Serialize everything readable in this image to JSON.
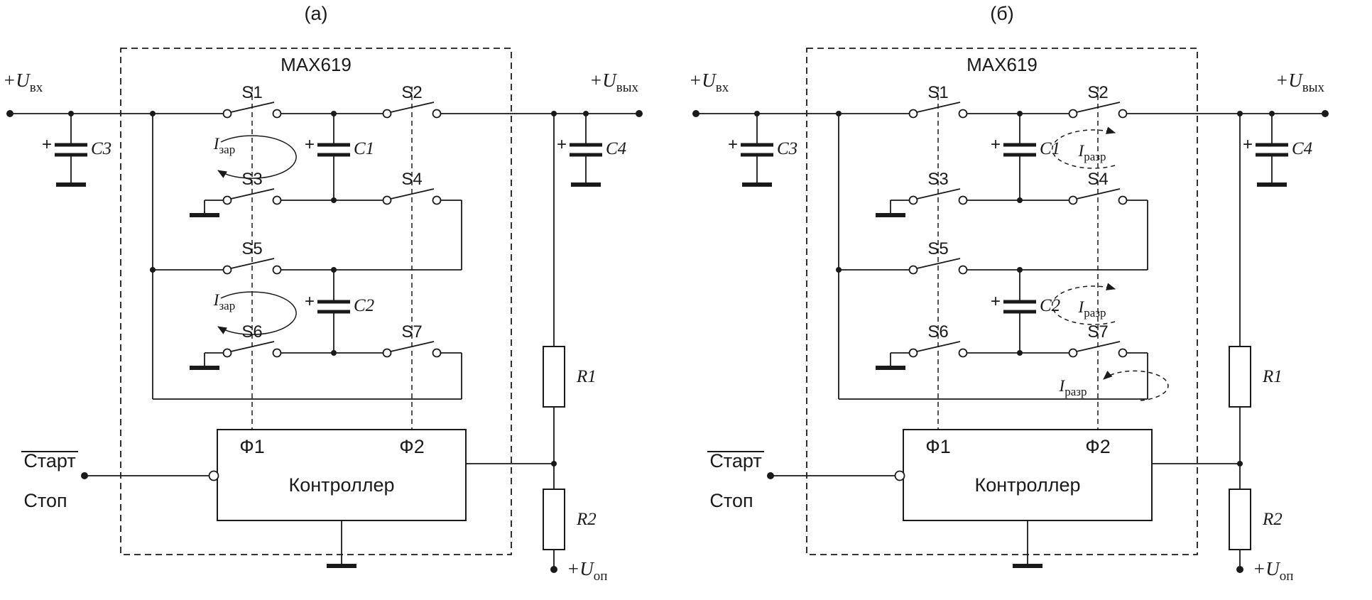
{
  "figure": {
    "colors": {
      "line": "#1a1a1a",
      "background": "#ffffff"
    },
    "panels": [
      {
        "caption": "(а)",
        "chip": "MAX619",
        "input": {
          "sym": "+U",
          "sub": "вх"
        },
        "output": {
          "sym": "+U",
          "sub": "вых"
        },
        "ref": {
          "sym": "+U",
          "sub": "оп"
        },
        "plus": "+",
        "caps": [
          "C1",
          "C2",
          "C3",
          "C4"
        ],
        "switches": [
          "S1",
          "S2",
          "S3",
          "S4",
          "S5",
          "S6",
          "S7"
        ],
        "resistors": [
          "R1",
          "R2"
        ],
        "phase1": "Ф1",
        "phase2": "Ф2",
        "controller": "Контроллер",
        "start": "Старт",
        "stop": "Стоп",
        "currents": [
          {
            "sym": "I",
            "sub": "зар"
          },
          {
            "sym": "I",
            "sub": "зар"
          }
        ],
        "current_line_style": "solid"
      },
      {
        "caption": "(б)",
        "chip": "MAX619",
        "input": {
          "sym": "+U",
          "sub": "вх"
        },
        "output": {
          "sym": "+U",
          "sub": "вых"
        },
        "ref": {
          "sym": "+U",
          "sub": "оп"
        },
        "plus": "+",
        "caps": [
          "C1",
          "C2",
          "C3",
          "C4"
        ],
        "switches": [
          "S1",
          "S2",
          "S3",
          "S4",
          "S5",
          "S6",
          "S7"
        ],
        "resistors": [
          "R1",
          "R2"
        ],
        "phase1": "Ф1",
        "phase2": "Ф2",
        "controller": "Контроллер",
        "start": "Старт",
        "stop": "Стоп",
        "currents": [
          {
            "sym": "I",
            "sub": "разр"
          },
          {
            "sym": "I",
            "sub": "разр"
          },
          {
            "sym": "I",
            "sub": "разр"
          }
        ],
        "current_line_style": "dashed"
      }
    ]
  }
}
